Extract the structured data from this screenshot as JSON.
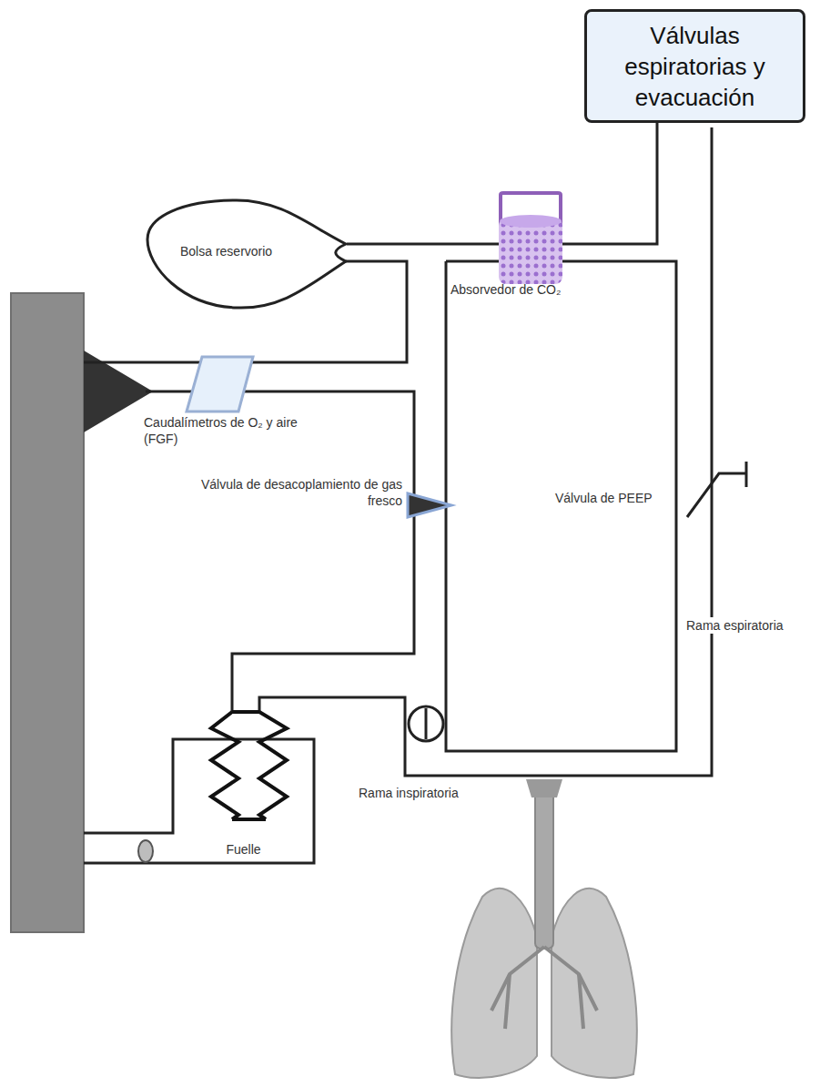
{
  "diagram": {
    "nodes": [
      {
        "text": [
          "Válvulas espiratorias y evacuación"
        ]
      },
      {
        "text": [
          "Bolsa reservorio"
        ]
      },
      {
        "text": [
          "Fuelle"
        ]
      }
    ],
    "edges": [
      {
        "from": 1,
        "to": 0,
        "arrow": "none"
      }
    ],
    "labels": [
      "Absorvedor de CO₂",
      "Caudalímetros de O₂ y aire (FGF)",
      "Válvula de desacoplamiento de gas fresco",
      "Válvula de PEEP",
      "Rama espiratoria",
      "Rama inspiratoria"
    ]
  }
}
